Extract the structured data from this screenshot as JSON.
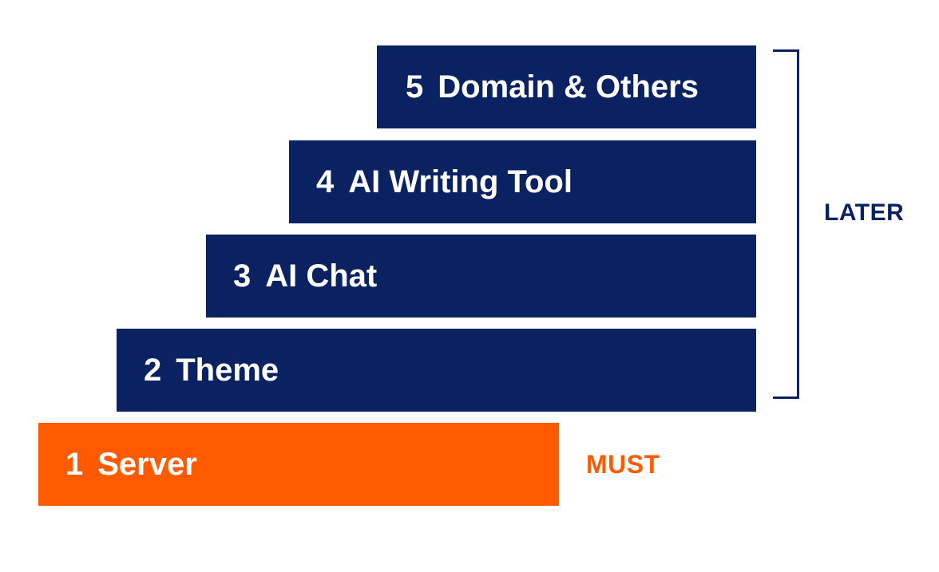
{
  "colors": {
    "navy": "#0b2262",
    "orange": "#ff5a00",
    "background": "#ffffff",
    "text_on_bar": "#ffffff"
  },
  "steps": [
    {
      "number": "1",
      "label": "Server",
      "group": "must"
    },
    {
      "number": "2",
      "label": "Theme",
      "group": "later"
    },
    {
      "number": "3",
      "label": "AI Chat",
      "group": "later"
    },
    {
      "number": "4",
      "label": "AI Writing Tool",
      "group": "later"
    },
    {
      "number": "5",
      "label": "Domain & Others",
      "group": "later"
    }
  ],
  "labels": {
    "later": "LATER",
    "must": "MUST"
  }
}
